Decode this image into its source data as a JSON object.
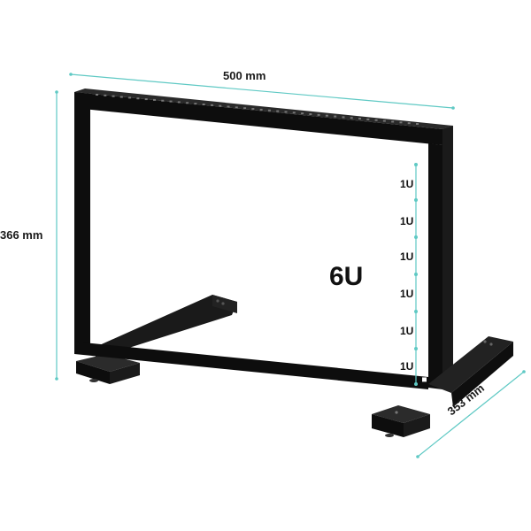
{
  "dimensions": {
    "width_label": "500 mm",
    "height_label": "366 mm",
    "depth_label": "353 mm"
  },
  "capacity": {
    "total_label": "6U",
    "unit_labels": [
      "1U",
      "1U",
      "1U",
      "1U",
      "1U",
      "1U"
    ]
  },
  "colors": {
    "frame": "#0d0d0d",
    "frame_highlight": "#2a2a2a",
    "dimension_line": "#5fc9c4",
    "unit_bracket": "#5fc9c4"
  }
}
